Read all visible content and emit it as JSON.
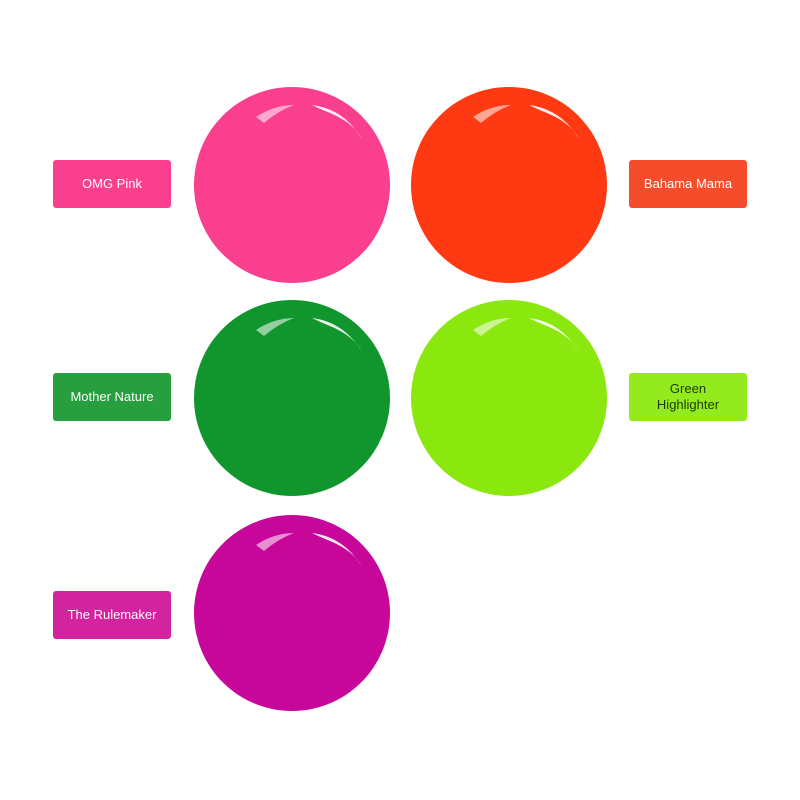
{
  "colors": [
    {
      "name": "OMG Pink",
      "swatch": "#fb3f8f",
      "label_bg": "#fb3f8f",
      "label_text": "#ffffff"
    },
    {
      "name": "Bahama Mama",
      "swatch": "#ff3912",
      "label_bg": "#f54d2b",
      "label_text": "#ffffff"
    },
    {
      "name": "Mother Nature",
      "swatch": "#11962e",
      "label_bg": "#279f3f",
      "label_text": "#ffffff"
    },
    {
      "name": "Green Highlighter",
      "swatch": "#8be80e",
      "label_bg": "#93ea1d",
      "label_text": "#1f3a00"
    },
    {
      "name": "The Rulemaker",
      "swatch": "#c70799",
      "label_bg": "#d4239f",
      "label_text": "#ffffff"
    }
  ]
}
